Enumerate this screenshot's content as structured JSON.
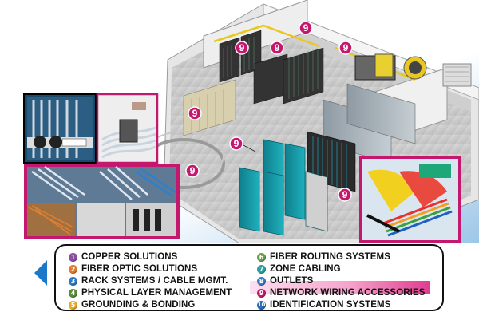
{
  "badge_number": "9",
  "colors": {
    "highlight": "#e03b8f",
    "badge": "#c4176e",
    "back_arrow": "#1e78c8"
  },
  "legend": {
    "items": [
      {
        "num": "1",
        "label": "COPPER SOLUTIONS",
        "color": "#8a4fa0"
      },
      {
        "num": "2",
        "label": "FIBER OPTIC SOLUTIONS",
        "color": "#e07a2a"
      },
      {
        "num": "3",
        "label": "RACK SYSTEMS / CABLE MGMT.",
        "color": "#2a78c0"
      },
      {
        "num": "4",
        "label": "PHYSICAL LAYER MANAGEMENT",
        "color": "#5a8a3a"
      },
      {
        "num": "5",
        "label": "GROUNDING & BONDING",
        "color": "#e8a820"
      },
      {
        "num": "6",
        "label": "FIBER ROUTING SYSTEMS",
        "color": "#6aa04a"
      },
      {
        "num": "7",
        "label": "ZONE CABLING",
        "color": "#2aa0a0"
      },
      {
        "num": "8",
        "label": "OUTLETS",
        "color": "#3a7ac8"
      },
      {
        "num": "9",
        "label": "NETWORK WIRING ACCESSORIES",
        "color": "#c4176e",
        "active": true
      },
      {
        "num": "10",
        "label": "IDENTIFICATION SYSTEMS",
        "color": "#2a6ab8"
      }
    ]
  },
  "nav": {
    "back_icon": "left-triangle-arrow-icon"
  }
}
